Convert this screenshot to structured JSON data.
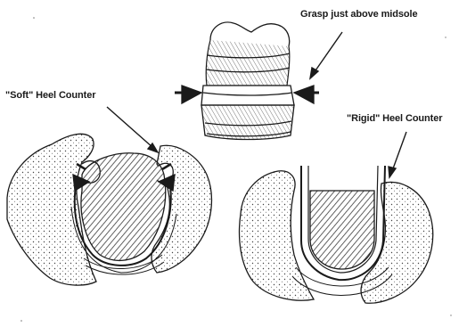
{
  "figure": {
    "labels": {
      "grasp": "Grasp just above midsole",
      "soft": "\"Soft\" Heel Counter",
      "rigid": "\"Rigid\" Heel Counter"
    },
    "colors": {
      "ink": "#1a1a1a",
      "paper": "#ffffff",
      "hatch": "#3a3a3a"
    }
  }
}
